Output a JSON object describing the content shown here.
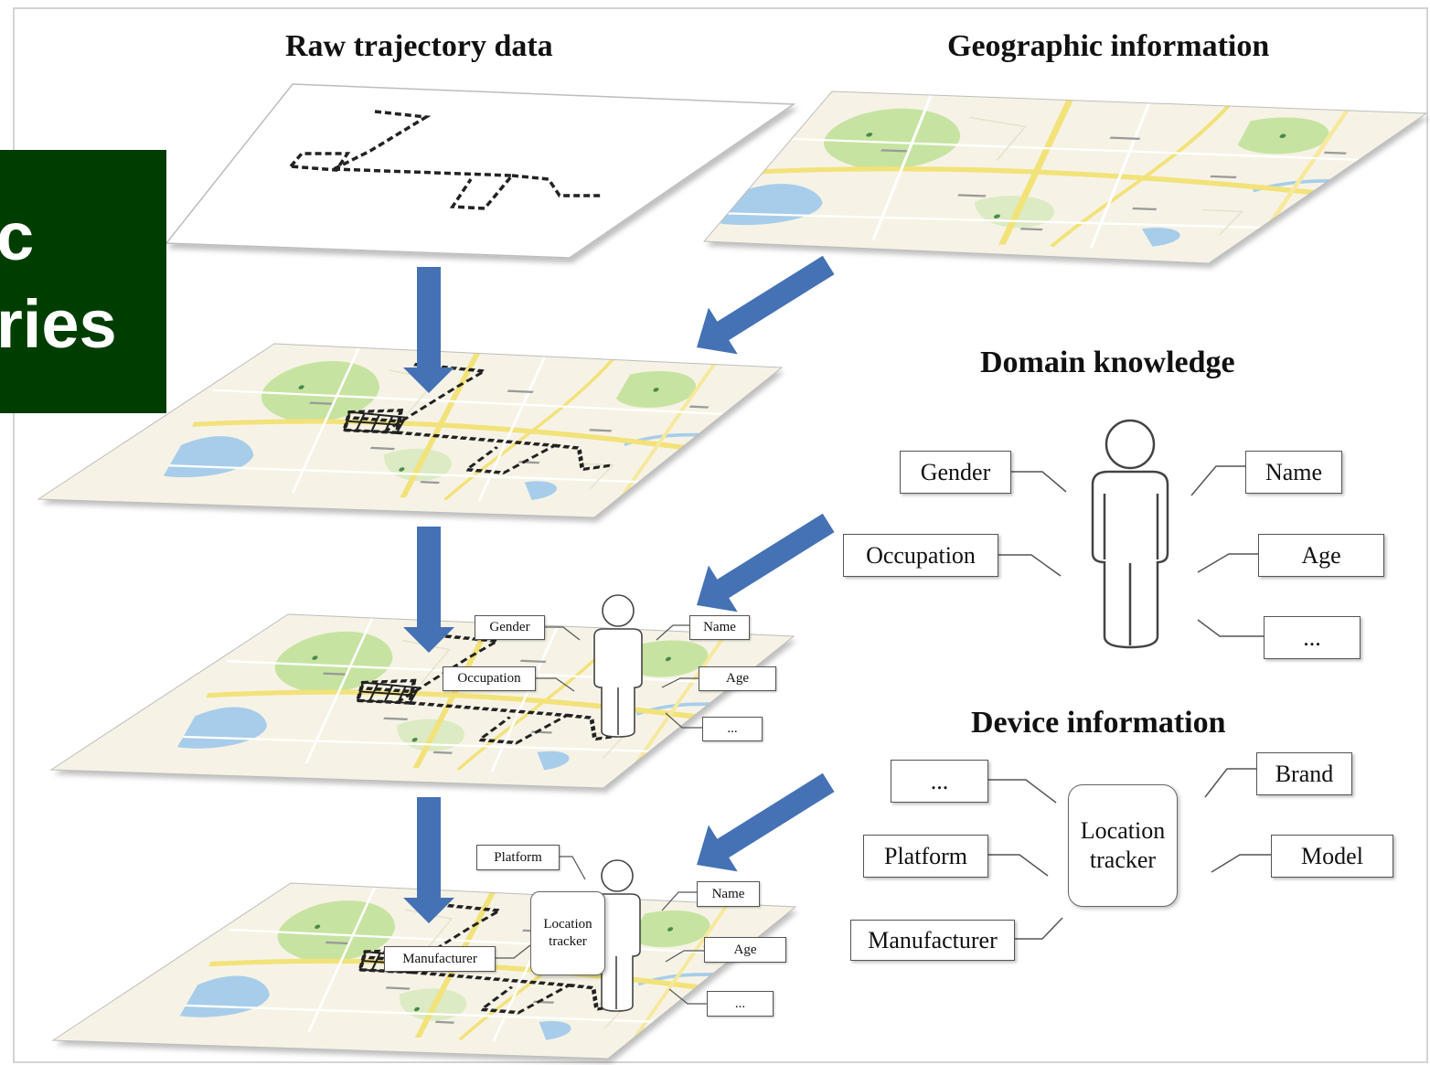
{
  "titles": {
    "raw": "Raw trajectory data",
    "geo": "Geographic information",
    "domain": "Domain knowledge",
    "device": "Device information"
  },
  "side_tab": {
    "line1": "c",
    "line2": "ries",
    "background": "#003d00",
    "text_color": "#ffffff"
  },
  "domain_knowledge": {
    "gender": "Gender",
    "name": "Name",
    "occupation": "Occupation",
    "age": "Age",
    "more": "..."
  },
  "device_information": {
    "more": "...",
    "brand": "Brand",
    "platform": "Platform",
    "model": "Model",
    "manufacturer": "Manufacturer",
    "tracker_line1": "Location",
    "tracker_line2": "tracker"
  },
  "layer3": {
    "gender": "Gender",
    "name": "Name",
    "occupation": "Occupation",
    "age": "Age",
    "more": "..."
  },
  "layer4": {
    "platform": "Platform",
    "name": "Name",
    "manufacturer": "Manufacturer",
    "age": "Age",
    "more": "...",
    "tracker_line1": "Location",
    "tracker_line2": "tracker"
  },
  "colors": {
    "arrow": "#4472b4",
    "map_base": "#f6f3e6",
    "map_road": "#f2e27a",
    "map_park": "#c7e3a1",
    "map_water": "#a7cdea",
    "trajectory": "#222222"
  }
}
